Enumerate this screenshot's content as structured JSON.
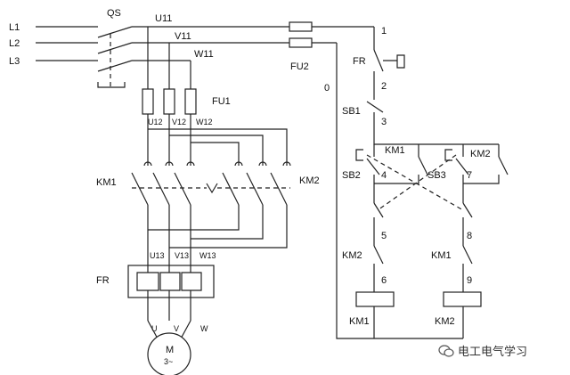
{
  "colors": {
    "line": "#222222",
    "background": "#ffffff"
  },
  "labels": {
    "l1": "L1",
    "l2": "L2",
    "l3": "L3",
    "qs": "QS",
    "u11": "U11",
    "v11": "V11",
    "w11": "W11",
    "fu1": "FU1",
    "fu2": "FU2",
    "u12": "U12",
    "v12": "V12",
    "w12": "W12",
    "km1_main": "KM1",
    "km2_main": "KM2",
    "u13": "U13",
    "v13": "V13",
    "w13": "W13",
    "fr_main": "FR",
    "u": "U",
    "v": "V",
    "w": "W",
    "motor_m": "M",
    "motor_3": "3~",
    "node_0": "0",
    "n1": "1",
    "n2": "2",
    "n3": "3",
    "n4": "4",
    "n5": "5",
    "n6": "6",
    "n7": "7",
    "n8": "8",
    "n9": "9",
    "fr_ctrl": "FR",
    "sb1": "SB1",
    "sb2": "SB2",
    "sb3": "SB3",
    "km1_aux": "KM1",
    "km2_aux": "KM2",
    "km2_interlock": "KM2",
    "km1_interlock": "KM1",
    "km1_coil": "KM1",
    "km2_coil": "KM2"
  },
  "watermark": {
    "icon": "chat-bubble-icon",
    "text": "电工电气学习"
  }
}
